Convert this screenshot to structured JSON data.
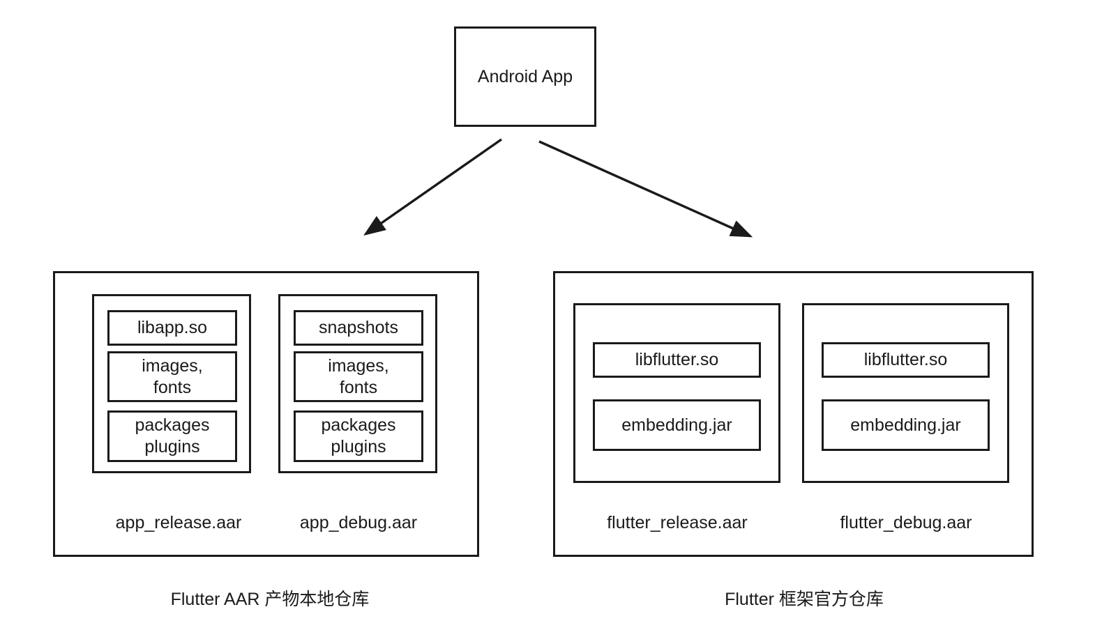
{
  "root": {
    "label": "Android App"
  },
  "left_repo": {
    "caption": "Flutter AAR 产物本地仓库",
    "release": {
      "name": "app_release.aar",
      "items": [
        {
          "lines": [
            "libapp.so"
          ]
        },
        {
          "lines": [
            "images,",
            "fonts"
          ]
        },
        {
          "lines": [
            "packages",
            "plugins"
          ]
        }
      ]
    },
    "debug": {
      "name": "app_debug.aar",
      "items": [
        {
          "lines": [
            "snapshots"
          ]
        },
        {
          "lines": [
            "images,",
            "fonts"
          ]
        },
        {
          "lines": [
            "packages",
            "plugins"
          ]
        }
      ]
    }
  },
  "right_repo": {
    "caption": "Flutter 框架官方仓库",
    "release": {
      "name": "flutter_release.aar",
      "items": [
        {
          "lines": [
            "libflutter.so"
          ]
        },
        {
          "lines": [
            "embedding.jar"
          ]
        }
      ]
    },
    "debug": {
      "name": "flutter_debug.aar",
      "items": [
        {
          "lines": [
            "libflutter.so"
          ]
        },
        {
          "lines": [
            "embedding.jar"
          ]
        }
      ]
    }
  }
}
